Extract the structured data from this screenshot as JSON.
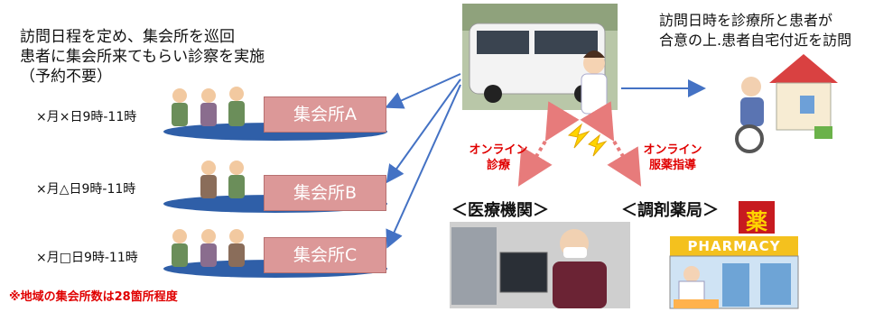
{
  "left_description": {
    "line1": "訪問日程を定め、集会所を巡回",
    "line2": "患者に集会所来てもらい診察を実施",
    "line3": "（予約不要）"
  },
  "meeting_halls": [
    {
      "name": "集会所A",
      "schedule": "×月×日9時-11時"
    },
    {
      "name": "集会所B",
      "schedule": "×月△日9時-11時"
    },
    {
      "name": "集会所C",
      "schedule": "×月□日9時-11時"
    }
  ],
  "footnote": "※地域の集会所数は28箇所程度",
  "right_description": {
    "line1": "訪問日時を診療所と患者が",
    "line2": "合意の上.患者自宅付近を訪問"
  },
  "online_consultation": {
    "line1": "オンライン",
    "line2": "診療"
  },
  "online_medication": {
    "line1": "オンライン",
    "line2": "服薬指導"
  },
  "medical_institution_label": "＜医療機関＞",
  "pharmacy_label": "＜調剤薬局＞",
  "pharmacy_kanji_sign": "薬",
  "pharmacy_sign_text": "PHARMACY",
  "colors": {
    "ellipse": "#2f5fa8",
    "hall_label_bg": "#dc9898",
    "arrow": "#4472c4",
    "online_text": "#e00000",
    "dashed_arrow": "#e77b7b"
  }
}
